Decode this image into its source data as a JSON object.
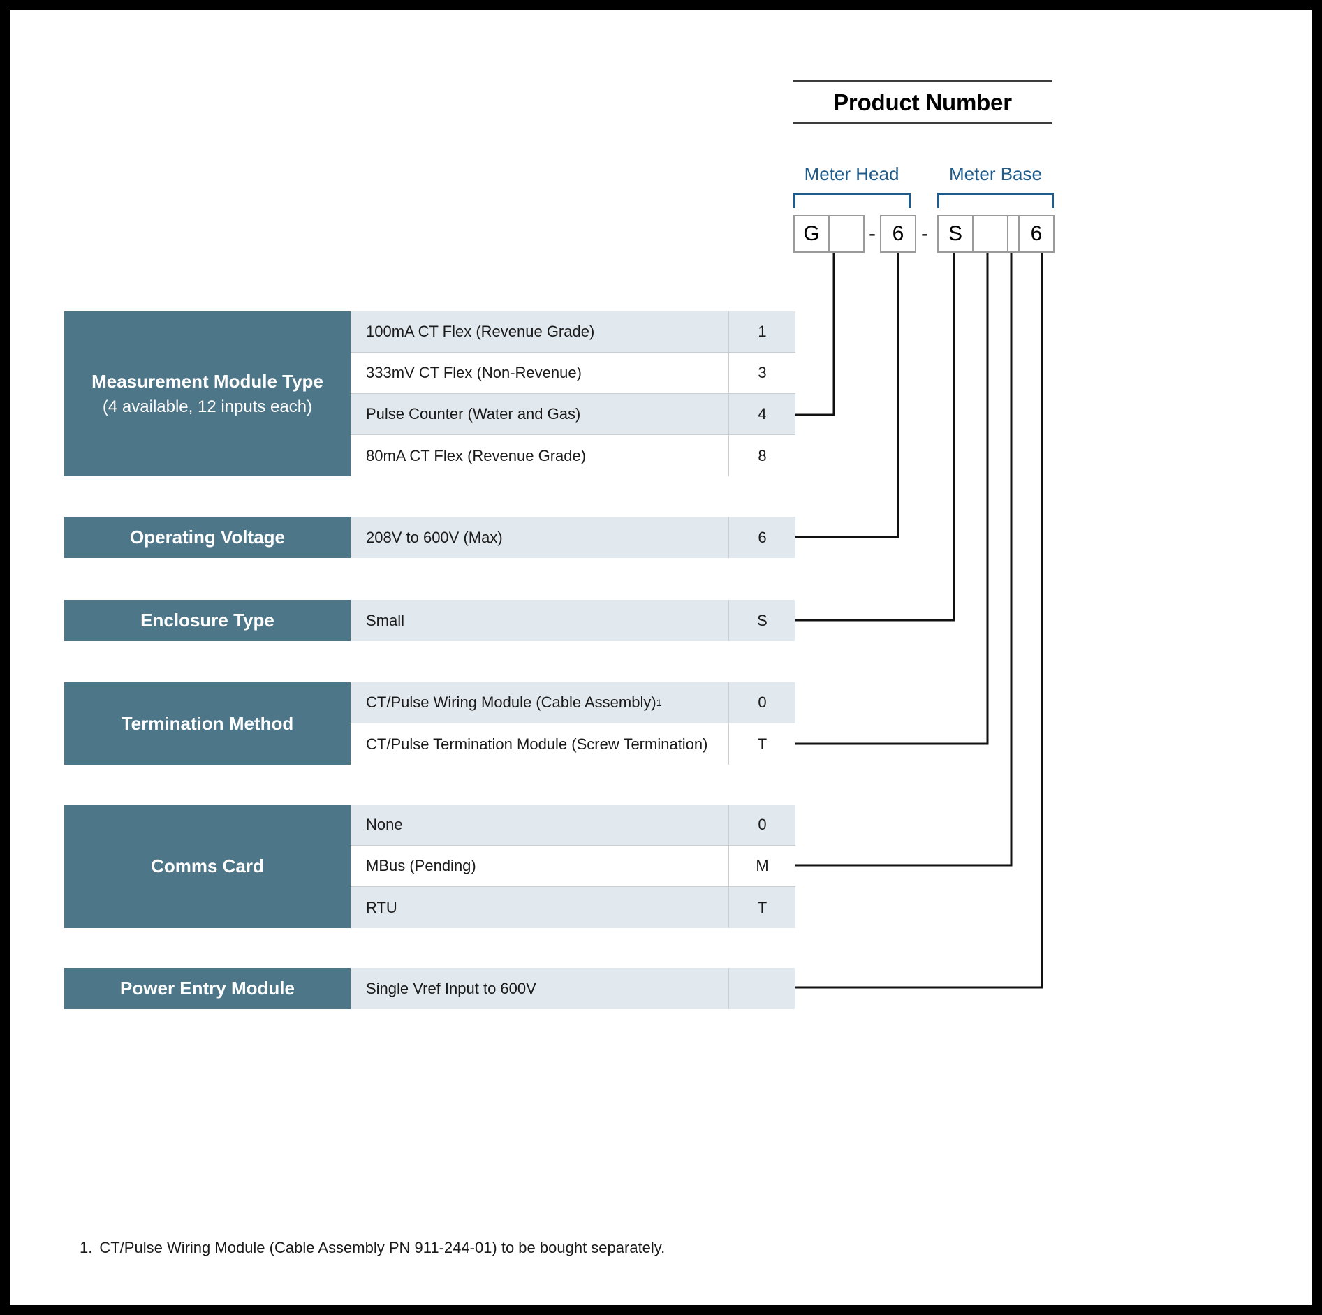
{
  "product_number": {
    "title": "Product Number",
    "groups": [
      {
        "name": "meter_head",
        "label": "Meter Head"
      },
      {
        "name": "meter_base",
        "label": "Meter Base"
      }
    ],
    "boxes": {
      "head_1": "G",
      "head_2": "",
      "dash_1": "-",
      "head_3": "6",
      "dash_2": "-",
      "base_1": "S",
      "base_2": "",
      "base_3": "",
      "base_4": "6"
    }
  },
  "sections": [
    {
      "id": "measurement-module-type",
      "label": "Measurement Module Type",
      "sublabel": "(4 available, 12 inputs each)",
      "rows": [
        {
          "desc": "100mA CT Flex (Revenue Grade)",
          "code": "1",
          "shade": "alt"
        },
        {
          "desc": "333mV CT Flex (Non-Revenue)",
          "code": "3",
          "shade": "plain"
        },
        {
          "desc": "Pulse Counter (Water and Gas)",
          "code": "4",
          "shade": "alt"
        },
        {
          "desc": "80mA CT Flex (Revenue Grade)",
          "code": "8",
          "shade": "plain"
        }
      ]
    },
    {
      "id": "operating-voltage",
      "label": "Operating Voltage",
      "sublabel": "",
      "rows": [
        {
          "desc": "208V to 600V (Max)",
          "code": "6",
          "shade": "alt"
        }
      ]
    },
    {
      "id": "enclosure-type",
      "label": "Enclosure Type",
      "sublabel": "",
      "rows": [
        {
          "desc": "Small",
          "code": "S",
          "shade": "alt"
        }
      ]
    },
    {
      "id": "termination-method",
      "label": "Termination Method",
      "sublabel": "",
      "rows": [
        {
          "desc": "CT/Pulse Wiring Module (Cable Assembly)",
          "code": "0",
          "shade": "alt",
          "footnote_marker": "1"
        },
        {
          "desc": "CT/Pulse Termination Module (Screw Termination)",
          "code": "T",
          "shade": "plain"
        }
      ]
    },
    {
      "id": "comms-card",
      "label": "Comms Card",
      "sublabel": "",
      "rows": [
        {
          "desc": "None",
          "code": "0",
          "shade": "alt"
        },
        {
          "desc": "MBus (Pending)",
          "code": "M",
          "shade": "plain"
        },
        {
          "desc": "RTU",
          "code": "T",
          "shade": "alt"
        }
      ]
    },
    {
      "id": "power-entry-module",
      "label": "Power Entry Module",
      "sublabel": "",
      "rows": [
        {
          "desc": "Single Vref Input to 600V",
          "code": "",
          "shade": "alt"
        }
      ]
    }
  ],
  "footnote": {
    "number": "1.",
    "text": "CT/Pulse Wiring Module (Cable Assembly PN 911-244-01) to be bought separately."
  },
  "colors": {
    "label_block": "#4d7689",
    "row_alt": "#e2e9ee",
    "group_label": "#1f5c8b",
    "border": "#c9cfd3",
    "page_border": "#000000"
  }
}
